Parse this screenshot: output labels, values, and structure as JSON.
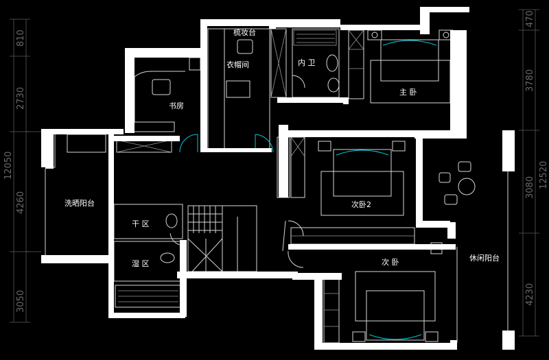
{
  "rooms": {
    "dressing_table": "梳妆台",
    "cloakroom": "衣帽间",
    "inner_bathroom": "内 卫",
    "master_bedroom": "主 卧",
    "study": "书房",
    "laundry_balcony": "洗晒阳台",
    "second_bedroom_2": "次卧2",
    "dry_zone": "干 区",
    "wet_zone": "湿 区",
    "second_bedroom": "次 卧",
    "leisure_balcony": "休闲阳台"
  },
  "dimensions": {
    "left": [
      "810",
      "2730",
      "12050",
      "4260",
      "3050"
    ],
    "right": [
      "470",
      "3780",
      "12520",
      "3080",
      "4230"
    ]
  }
}
